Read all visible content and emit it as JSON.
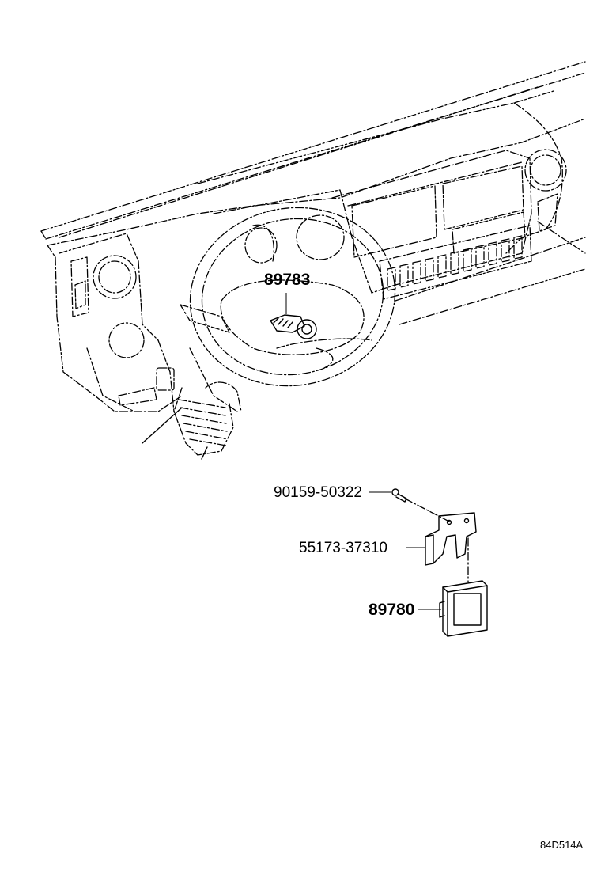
{
  "parts": [
    {
      "number": "89783"
    },
    {
      "number": "90159-50322"
    },
    {
      "number": "55173-37310"
    },
    {
      "number": "89780"
    }
  ],
  "diagram_code": "84D514A"
}
